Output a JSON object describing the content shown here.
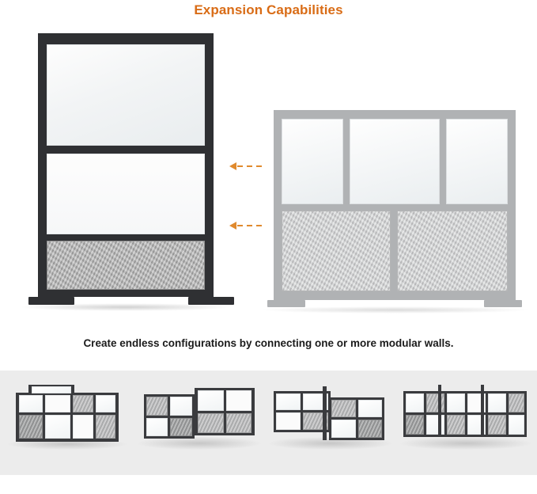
{
  "header": {
    "title": "Expansion Capabilities",
    "title_color": "#d96c16"
  },
  "main": {
    "caption": "Create endless configurations by connecting one or more modular walls.",
    "left_wall": {
      "name": "tall dark-framed modular wall",
      "frame_color": "#2f3033",
      "panels": [
        {
          "type": "glass",
          "label": "frosted glass upper panel"
        },
        {
          "type": "white",
          "label": "white laminate middle panel"
        },
        {
          "type": "felt",
          "label": "grey acoustic felt lower panel"
        }
      ]
    },
    "right_wall": {
      "name": "wide light-grey framed modular wall",
      "frame_color": "#b0b2b4",
      "panels": [
        {
          "type": "glass",
          "label": "frosted glass panel left"
        },
        {
          "type": "glass",
          "label": "frosted glass panel center"
        },
        {
          "type": "glass",
          "label": "frosted glass panel right"
        },
        {
          "type": "felt",
          "label": "grey acoustic felt panel left"
        },
        {
          "type": "felt",
          "label": "grey acoustic felt panel right"
        }
      ]
    },
    "arrows": {
      "color": "#e08a2e",
      "count": 2,
      "direction": "left",
      "style": "dashed"
    }
  },
  "gallery": {
    "background": "#ececec",
    "thumbnails": [
      {
        "label": "stepped multi-panel wall configuration"
      },
      {
        "label": "L-shaped corner wall configuration"
      },
      {
        "label": "cross / plus-shaped wall configuration"
      },
      {
        "label": "multi-cubicle office layout configuration"
      }
    ]
  }
}
